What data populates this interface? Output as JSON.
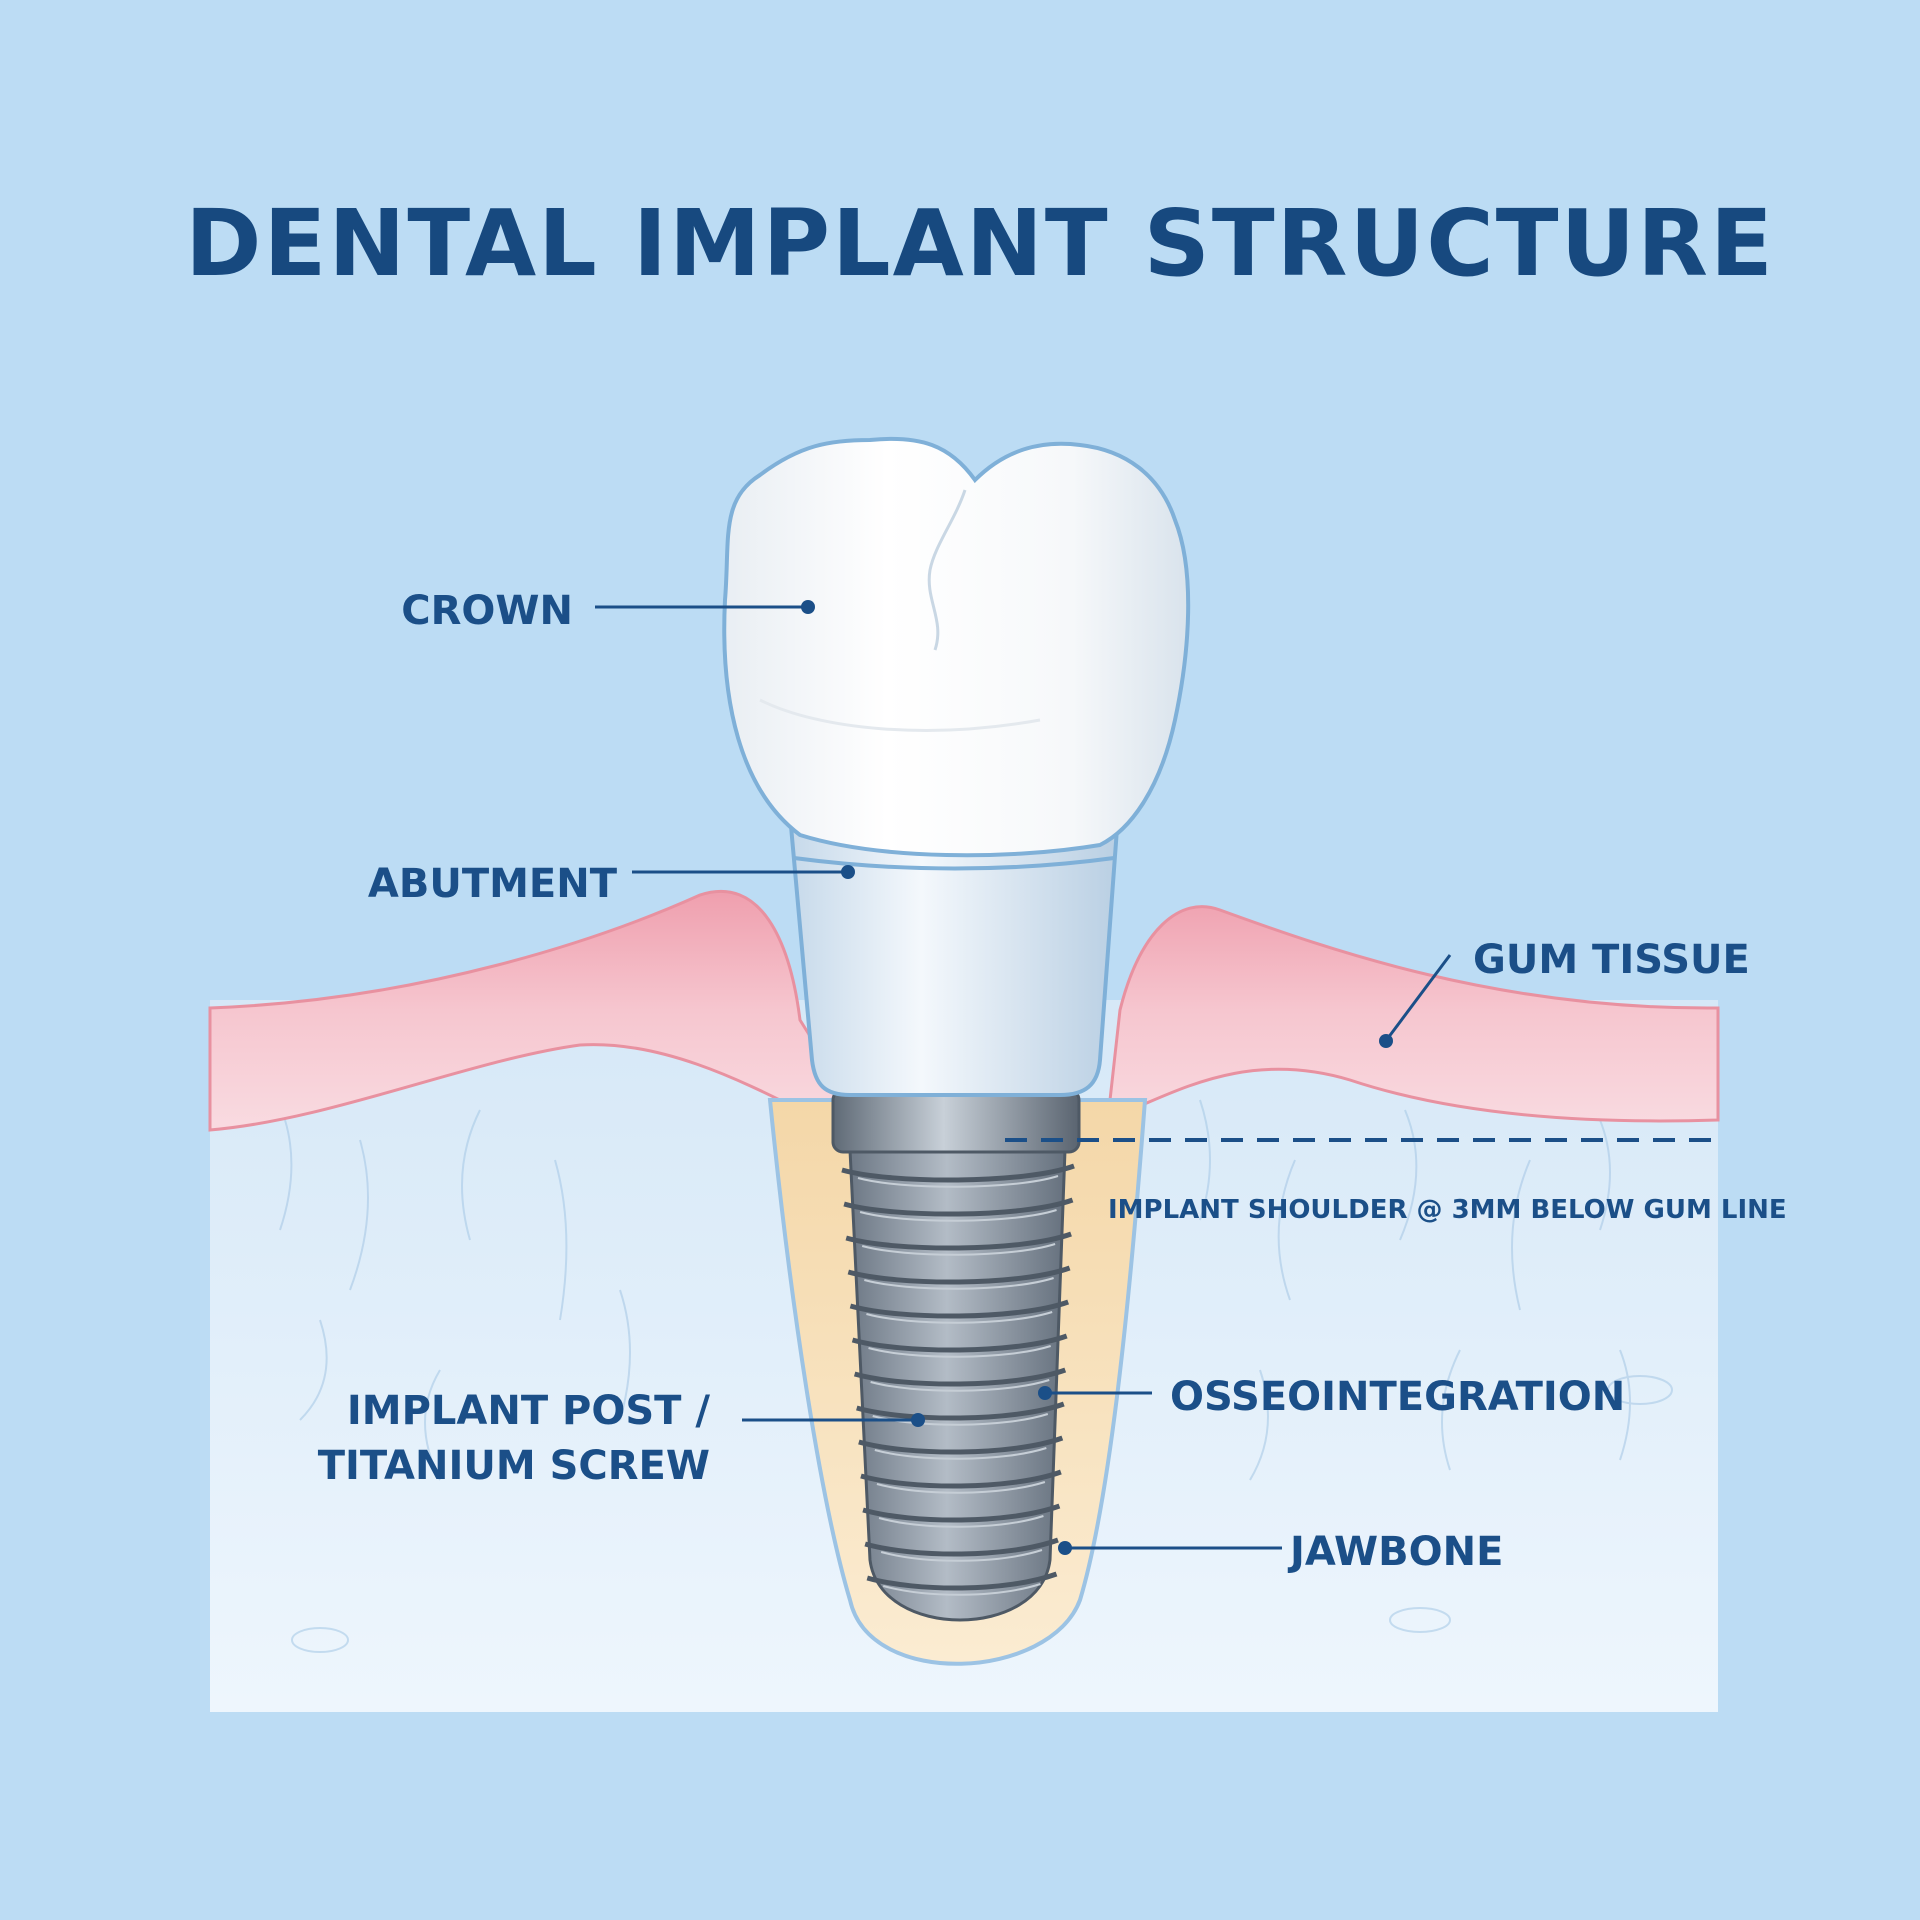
{
  "title": "DENTAL IMPLANT STRUCTURE",
  "labels": {
    "crown": "CROWN",
    "abutment": "ABUTMENT",
    "gum_tissue": "GUM TISSUE",
    "implant_shoulder_note": "IMPLANT SHOULDER @ 3MM BELOW GUM LINE",
    "implant_post_line1": "IMPLANT POST /",
    "implant_post_line2": "TITANIUM SCREW",
    "osseointegration": "OSSEOINTEGRATION",
    "jawbone": "JAWBONE"
  },
  "colors": {
    "background": "#bcdcf4",
    "ink": "#1b4f88",
    "gum": "#f1b9c3",
    "bone": "#e6f1fb",
    "bone_integration": "#f7e1bd",
    "titanium": "#8e99a6",
    "crown": "#fbfbfb",
    "abutment": "#dfeaf4"
  }
}
